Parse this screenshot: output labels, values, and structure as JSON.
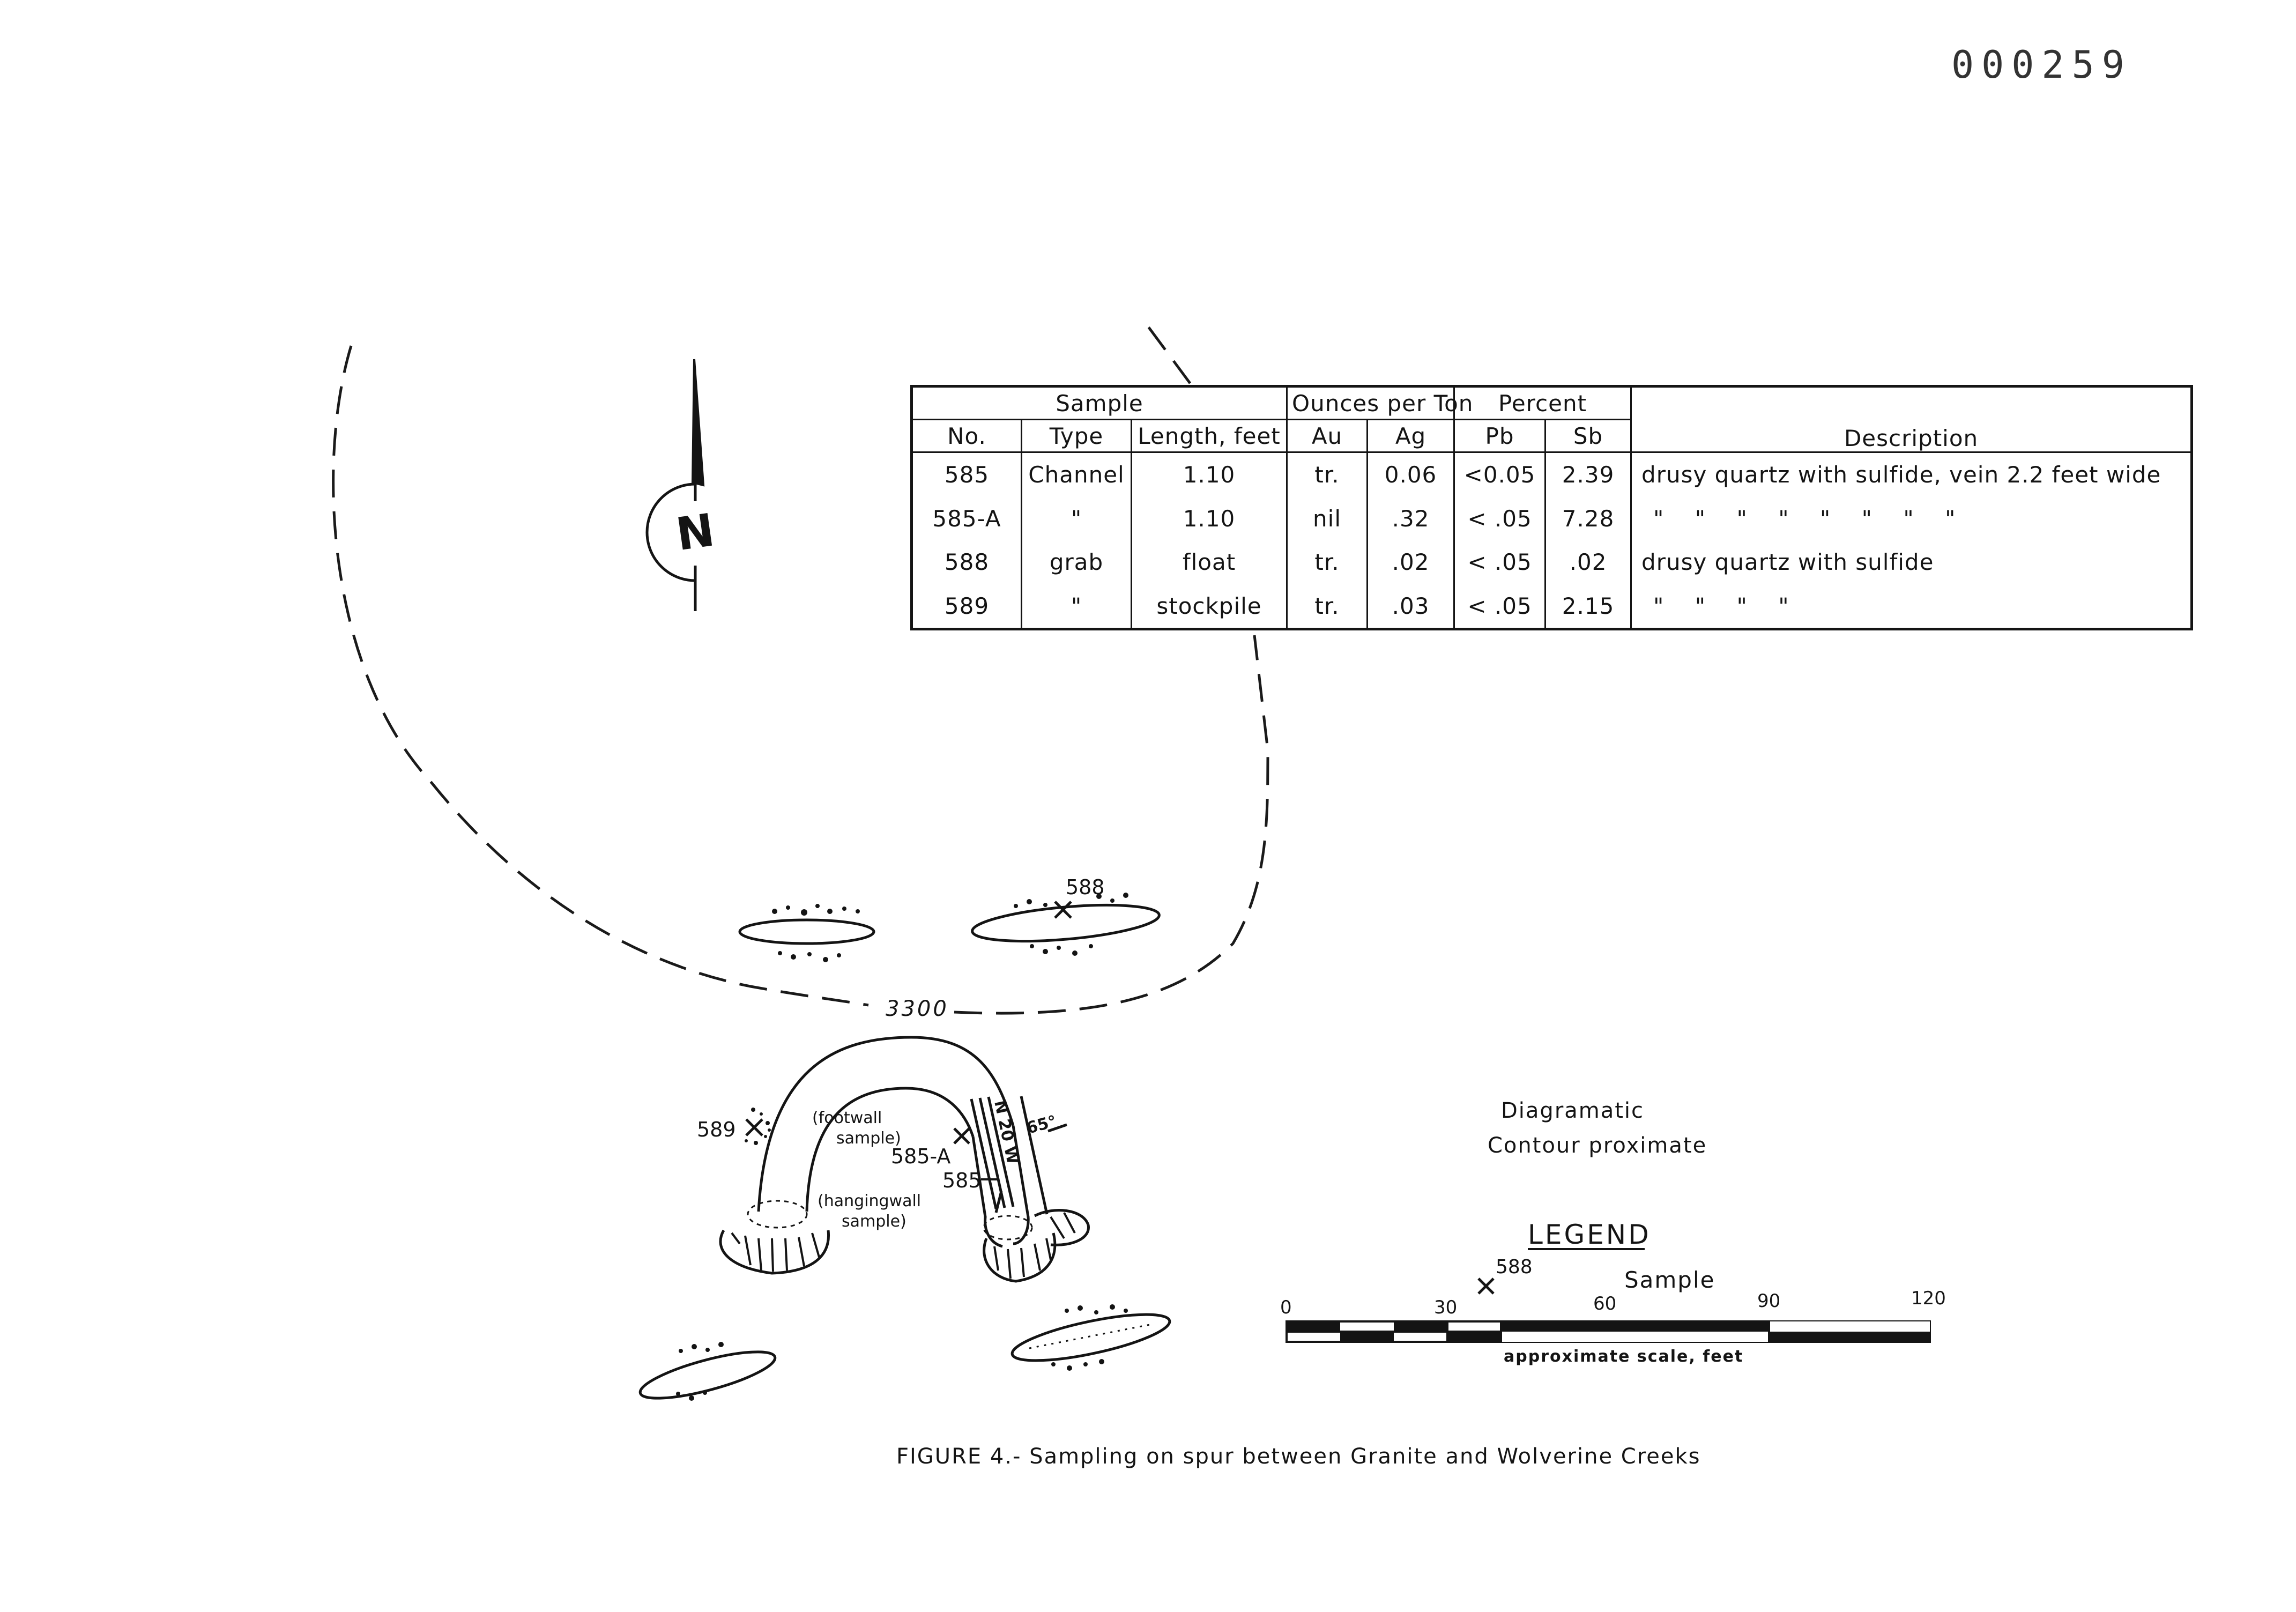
{
  "page_number": "000259",
  "north_arrow": {
    "label": "N"
  },
  "table": {
    "group_headers": {
      "sample": "Sample",
      "ounces_per_ton": "Ounces per Ton",
      "percent": "Percent"
    },
    "columns": {
      "no": "No.",
      "type": "Type",
      "length": "Length, feet",
      "au": "Au",
      "ag": "Ag",
      "pb": "Pb",
      "sb": "Sb",
      "description": "Description"
    },
    "rows": [
      {
        "no": "585",
        "type": "Channel",
        "length": "1.10",
        "au": "tr.",
        "ag": "0.06",
        "pb": "<0.05",
        "sb": "2.39",
        "description": "drusy quartz with sulfide, vein 2.2 feet wide"
      },
      {
        "no": "585-A",
        "type": "\"",
        "length": "1.10",
        "au": "nil",
        "ag": ".32",
        "pb": "< .05",
        "sb": "7.28",
        "description": "\"    \"    \"    \"    \"    \"    \"    \""
      },
      {
        "no": "588",
        "type": "grab",
        "length": "float",
        "au": "tr.",
        "ag": ".02",
        "pb": "< .05",
        "sb": ".02",
        "description": "drusy quartz with sulfide"
      },
      {
        "no": "589",
        "type": "\"",
        "length": "stockpile",
        "au": "tr.",
        "ag": ".03",
        "pb": "< .05",
        "sb": "2.15",
        "description": "\"    \"    \"    \""
      }
    ]
  },
  "map_labels": {
    "contour": "3300",
    "sample_588": "588",
    "sample_589": "589",
    "sample_585a": "585-A",
    "sample_585": "585",
    "footwall_1": "(footwall",
    "footwall_2": "sample)",
    "hangingwall_1": "(hangingwall",
    "hangingwall_2": "sample)",
    "strike": "N 20 W",
    "dip": "65°"
  },
  "notes": {
    "line1": "Diagramatic",
    "line2": "Contour proximate"
  },
  "legend": {
    "title": "LEGEND",
    "sample_number": "588",
    "sample_label": "Sample",
    "scale_ticks": [
      "0",
      "30",
      "60",
      "90",
      "120"
    ],
    "scale_caption": "approximate scale, feet"
  },
  "caption": "FIGURE 4.- Sampling on spur between Granite and Wolverine Creeks"
}
